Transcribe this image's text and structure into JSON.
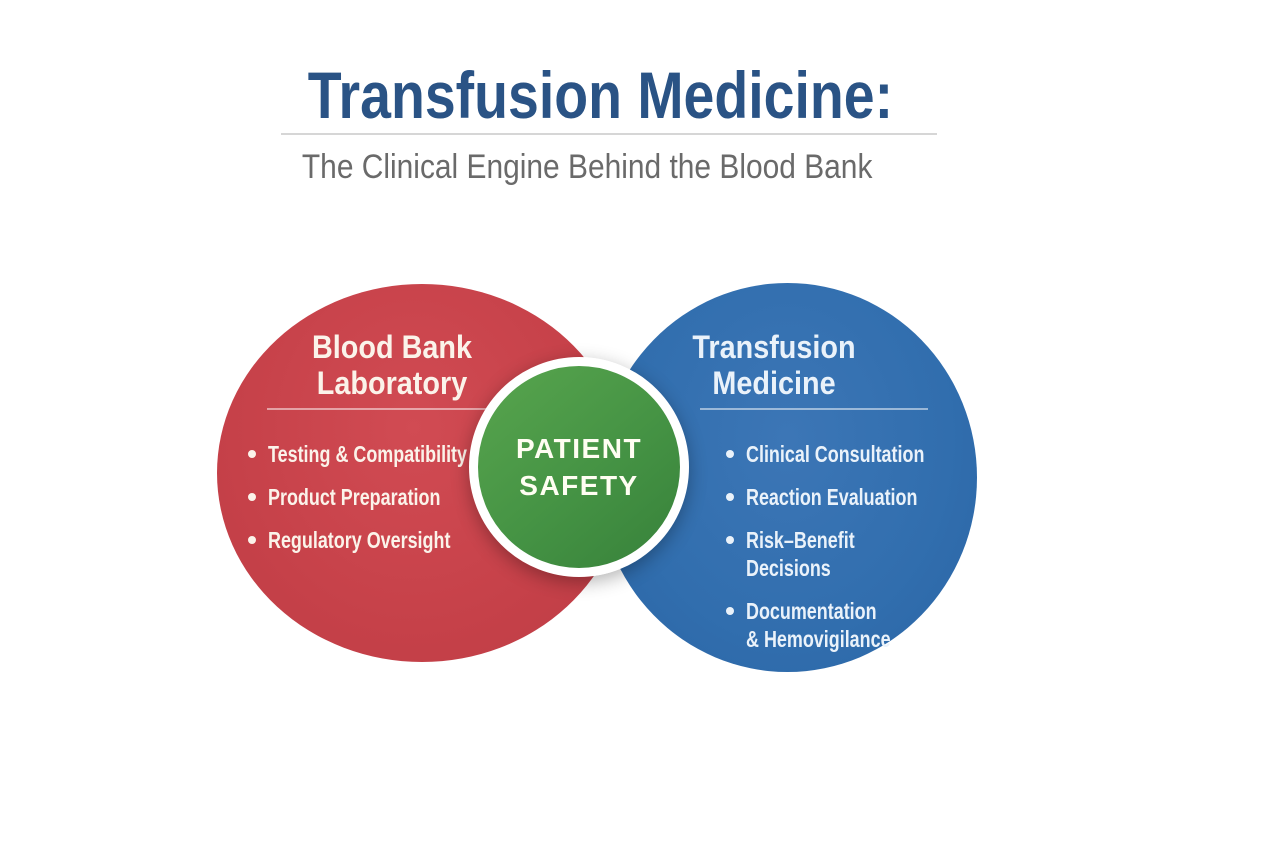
{
  "header": {
    "title": "Transfusion Medicine:",
    "subtitle": "The Clinical Engine Behind the Blood Bank"
  },
  "venn": {
    "left_circle": {
      "title": "Blood Bank\nLaboratory",
      "items": [
        "Testing & Compatibility",
        "Product Preparation",
        "Regulatory Oversight"
      ],
      "color": "#c64149"
    },
    "right_circle": {
      "title": "Transfusion\nMedicine",
      "items": [
        "Clinical Consultation",
        "Reaction Evaluation",
        "Risk–Benefit Decisions",
        "Documentation\n& Hemovigilance"
      ],
      "color": "#316eae"
    },
    "center_circle": {
      "title": "PATIENT\nSAFETY",
      "color": "#459344",
      "ring_color": "#ffffff"
    }
  },
  "colors": {
    "title_text": "#2a5385",
    "subtitle_text": "#6a6a6a",
    "title_rule": "#d6d6d6",
    "background": "#ffffff"
  }
}
